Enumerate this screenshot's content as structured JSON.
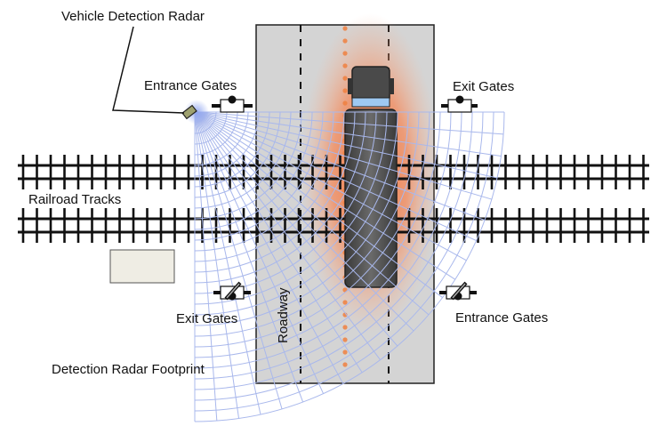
{
  "labels": {
    "radar_title": "Vehicle Detection Radar",
    "entrance_gates_top": "Entrance Gates",
    "exit_gates_top": "Exit Gates",
    "railroad_tracks": "Railroad Tracks",
    "exit_gates_bottom": "Exit Gates",
    "entrance_gates_bottom": "Entrance Gates",
    "roadway": "Roadway",
    "footprint": "Detection Radar Footprint"
  },
  "colors": {
    "roadway": "#d4d4d4",
    "radar_grid": "#a9b8ec",
    "heat": "#f26a2a",
    "vehicle": "#4a4a4a",
    "windshield": "#9ec9f2",
    "rail": "#111111",
    "equipment_box": "#efede4"
  },
  "icons": {
    "radar_sensor": "radar-sensor-icon",
    "gate": "crossing-gate-icon"
  }
}
